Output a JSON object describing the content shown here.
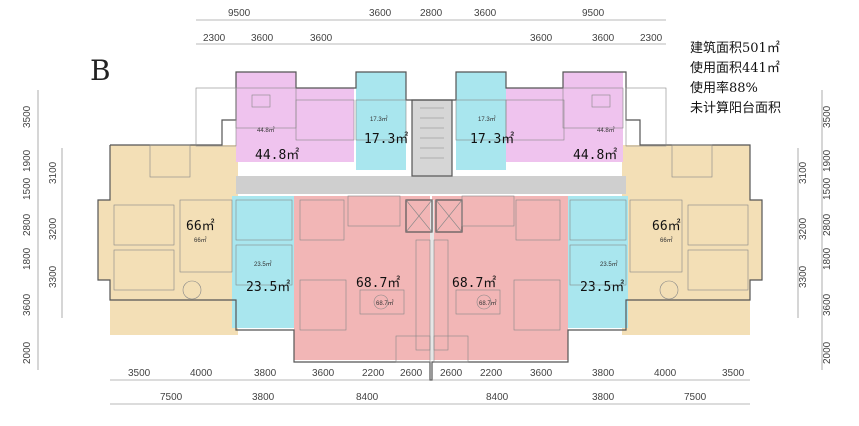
{
  "plan_label": "B",
  "summary": [
    "建筑面积501㎡",
    "使用面积441㎡",
    "使用率88%",
    "未计算阳台面积"
  ],
  "units": {
    "pink_left": {
      "big": "44.8㎡",
      "small": "44.8㎡"
    },
    "pink_right": {
      "big": "44.8㎡",
      "small": "44.8㎡"
    },
    "cyan_top_left": {
      "big": "17.3㎡",
      "small": "17.3㎡"
    },
    "cyan_top_right": {
      "big": "17.3㎡",
      "small": "17.3㎡"
    },
    "tan_left": {
      "big": "66㎡",
      "small": "66㎡"
    },
    "tan_right": {
      "big": "66㎡",
      "small": "66㎡"
    },
    "cyan_mid_left": {
      "big": "23.5㎡",
      "small": "23.5㎡"
    },
    "cyan_mid_right": {
      "big": "23.5㎡",
      "small": "23.5㎡"
    },
    "red_left": {
      "big": "68.7㎡",
      "small": "68.7㎡"
    },
    "red_right": {
      "big": "68.7㎡",
      "small": "68.7㎡"
    }
  },
  "dimensions": {
    "top_row1": [
      "9500",
      "3600",
      "2800",
      "3600",
      "9500"
    ],
    "top_row2": [
      "2300",
      "3600",
      "3600",
      "3600",
      "3600",
      "2300"
    ],
    "bottom_row1": [
      "3500",
      "4000",
      "3800",
      "3600",
      "2200",
      "2600",
      "2600",
      "2200",
      "3600",
      "3800",
      "4000",
      "3500"
    ],
    "bottom_row2": [
      "7500",
      "3800",
      "8400",
      "8400",
      "3800",
      "7500"
    ],
    "left_outer": [
      "3500",
      "1900",
      "1500",
      "2800",
      "1800",
      "3600",
      "2000"
    ],
    "left_inner": [
      "3100",
      "3200",
      "3300"
    ],
    "right_outer": [
      "3500",
      "1900",
      "1500",
      "2800",
      "1800",
      "3600",
      "2000"
    ],
    "right_inner": [
      "3100",
      "3200",
      "3300"
    ]
  },
  "colors": {
    "pink": "#efc3ee",
    "cyan": "#a9e6ee",
    "tan": "#f3dfb6",
    "red": "#f2b6b6",
    "corridor": "#cfcfcf"
  }
}
